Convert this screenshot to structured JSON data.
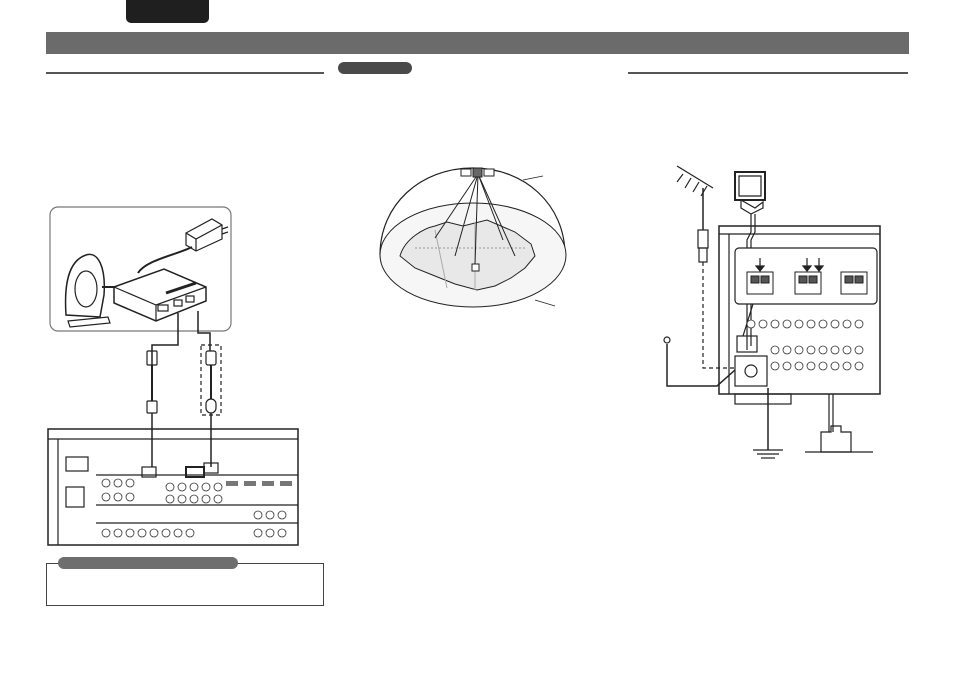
{
  "colors": {
    "header_bar": "#6b6b6b",
    "language_tab": "#1f1f1f",
    "section_rule": "#555555",
    "label_pill": "#4a4a4a",
    "note_pill": "#6e6e6e",
    "line_art": "#222222"
  },
  "figures": {
    "tuner_connection": "receiver-connection-diagram",
    "satellite_coverage": "satellite-dome-map",
    "antenna_connection": "antenna-terminal-diagram"
  }
}
